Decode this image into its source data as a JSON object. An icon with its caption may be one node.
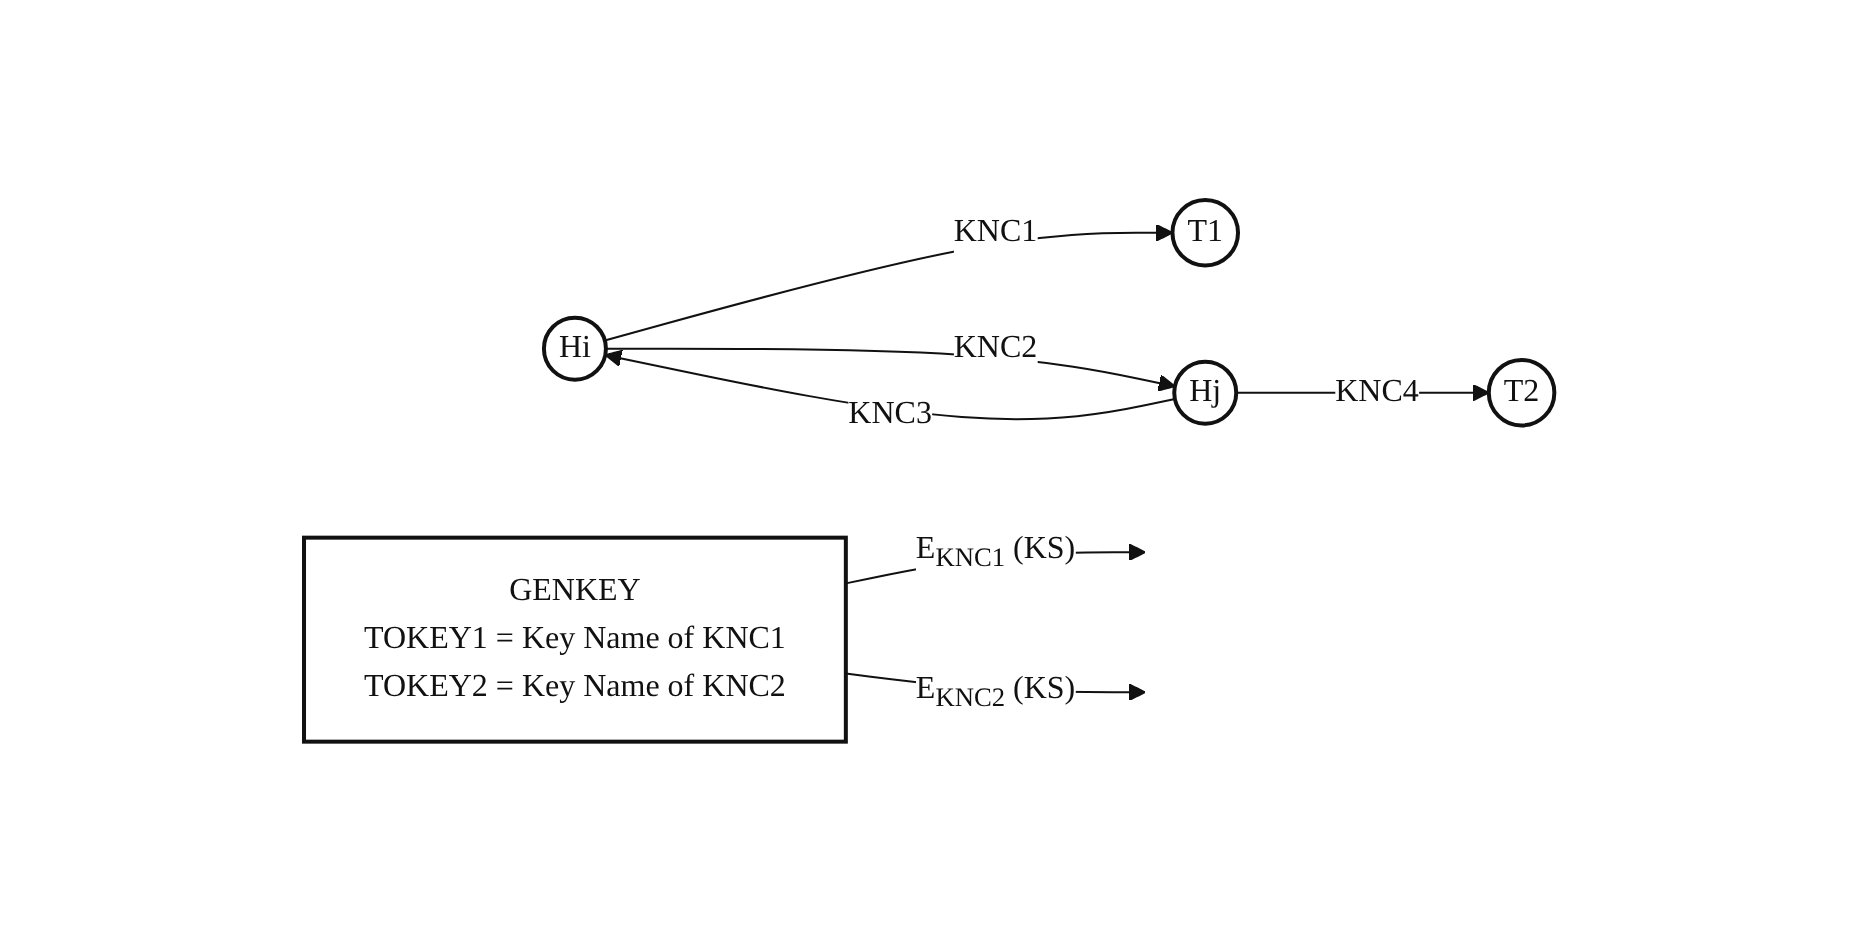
{
  "diagram": {
    "nodes": [
      {
        "text": [
          "GENKEY",
          "TOKEY1 = Key Name of KNC1",
          "TOKEY2 = Key Name of KNC2"
        ]
      },
      {
        "text": [
          "T1"
        ]
      },
      {
        "text": [
          "Hi"
        ]
      },
      {
        "text": [
          "Hj"
        ]
      },
      {
        "text": [
          "T2"
        ]
      }
    ],
    "edges": [
      {
        "from": 0,
        "to": null,
        "arrow": "to",
        "label": "E$_{KNC1}$ (KS)"
      },
      {
        "from": 0,
        "to": null,
        "arrow": "to",
        "label": "E$_{KNC2}$ (KS)"
      },
      {
        "from": 2,
        "to": 1,
        "arrow": "to",
        "label": "KNC1"
      },
      {
        "from": 2,
        "to": 3,
        "arrow": "to",
        "label": "KNC2"
      },
      {
        "from": 3,
        "to": 2,
        "arrow": "to",
        "label": "KNC3"
      },
      {
        "from": 3,
        "to": 4,
        "arrow": "to",
        "label": "KNC4"
      }
    ]
  }
}
